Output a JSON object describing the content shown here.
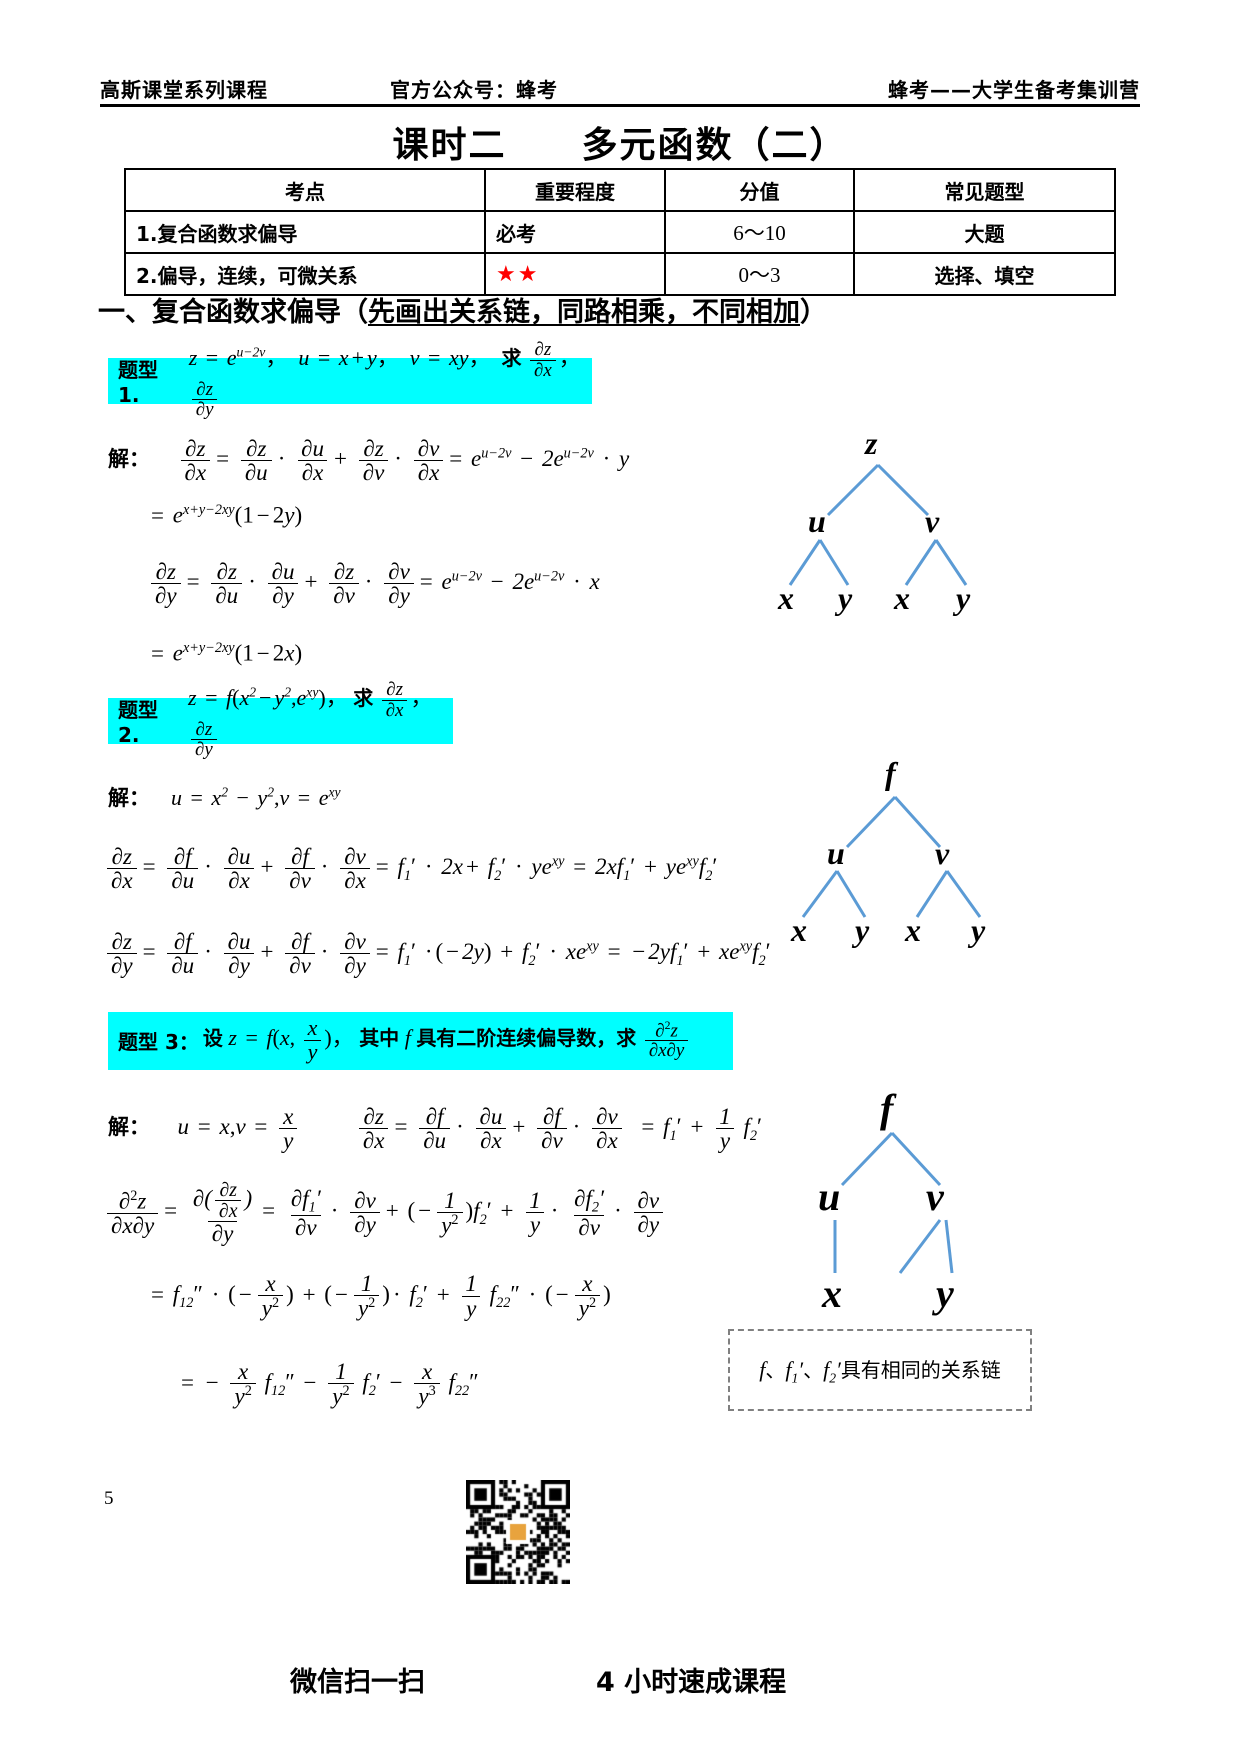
{
  "header": {
    "left": "高斯课堂系列课程",
    "center": "官方公众号：蜂考",
    "right": "蜂考——大学生备考集训营"
  },
  "title": {
    "lesson": "课时二",
    "topic": "多元函数（二）"
  },
  "table": {
    "headers": [
      "考点",
      "重要程度",
      "分值",
      "常见题型"
    ],
    "rows": [
      {
        "point": "1.复合函数求偏导",
        "importance": "必考",
        "importance_stars": 0,
        "score": "6～10",
        "qtype": "大题"
      },
      {
        "point": "2.偏导，连续，可微关系",
        "importance": "",
        "importance_stars": 2,
        "score": "0～3",
        "qtype": "选择、填空"
      }
    ],
    "star_color": "#ff0000"
  },
  "section": {
    "prefix": "一、复合函数求偏导（",
    "underlined": "先画出关系链，同路相乘，不同相加",
    "suffix": "）"
  },
  "highlight_color": "#00ffff",
  "tree_line_color": "#5b9bd5",
  "problems": [
    {
      "label": "题型 1.",
      "statement_plain": "z = e^(u−2v) ， u = x + y ， v = xy ， 求 ∂z/∂x ， ∂z/∂y",
      "solve_label": "解：",
      "lines": [
        "∂z/∂x = ∂z/∂u · ∂u/∂x + ∂z/∂v · ∂v/∂x = e^(u−2v) − 2e^(u−2v) · y",
        "= e^(x+y−2xy)(1−2y)",
        "∂z/∂y = ∂z/∂u · ∂u/∂y + ∂z/∂v · ∂v/∂y = e^(u−2v) − 2e^(u−2v) · x",
        "= e^(x+y−2xy)(1−2x)"
      ],
      "tree": {
        "root": "z",
        "mid": [
          "u",
          "v"
        ],
        "leaves": [
          "x",
          "y",
          "x",
          "y"
        ]
      }
    },
    {
      "label": "题型 2.",
      "statement_plain": "z = f(x² − y², e^(xy)) ， 求 ∂z/∂x ， ∂z/∂y",
      "solve_label": "解：",
      "lines": [
        "u = x² − y², v = e^(xy)",
        "∂z/∂x = ∂f/∂u · ∂u/∂x + ∂f/∂v · ∂v/∂x = f₁′ · 2x + f₂′ · ye^(xy) = 2xf₁′ + ye^(xy) f₂′",
        "∂z/∂y = ∂f/∂u · ∂u/∂y + ∂f/∂v · ∂v/∂y = f₁′ · (−2y) + f₂′ · xe^(xy) = −2yf₁′ + xe^(xy) f₂′"
      ],
      "tree": {
        "root": "f",
        "mid": [
          "u",
          "v"
        ],
        "leaves": [
          "x",
          "y",
          "x",
          "y"
        ]
      }
    },
    {
      "label": "题型 3：",
      "statement_plain": "设 z = f(x, x/y)，其中 f 具有二阶连续偏导数，求 ∂²z/∂x∂y",
      "solve_label": "解：",
      "lines": [
        "u = x, v = x/y",
        "∂z/∂x = ∂f/∂u · ∂u/∂x + ∂f/∂v · ∂v/∂x = f₁′ + (1/y) f₂′",
        "∂²z/∂x∂y = ∂(∂z/∂x)/∂y = ∂f₁′/∂v · ∂v/∂y + (−1/y²) f₂′ + (1/y) · ∂f₂′/∂v · ∂v/∂y",
        "= f₁₂″ · (−x/y²) + (−1/y²) · f₂′ + (1/y) f₂₂″ · (−x/y²)",
        "= −(x/y²) f₁₂″ − (1/y²) f₂′ − (x/y³) f₂₂″"
      ],
      "tree": {
        "root": "f",
        "mid": [
          "u",
          "v"
        ],
        "leaves": [
          "x",
          "y"
        ]
      },
      "note": "f、f₁′、f₂′具有相同的关系链"
    }
  ],
  "footer": {
    "page_number": "5",
    "scan_text": "微信扫一扫",
    "course_text": "4 小时速成课程"
  }
}
